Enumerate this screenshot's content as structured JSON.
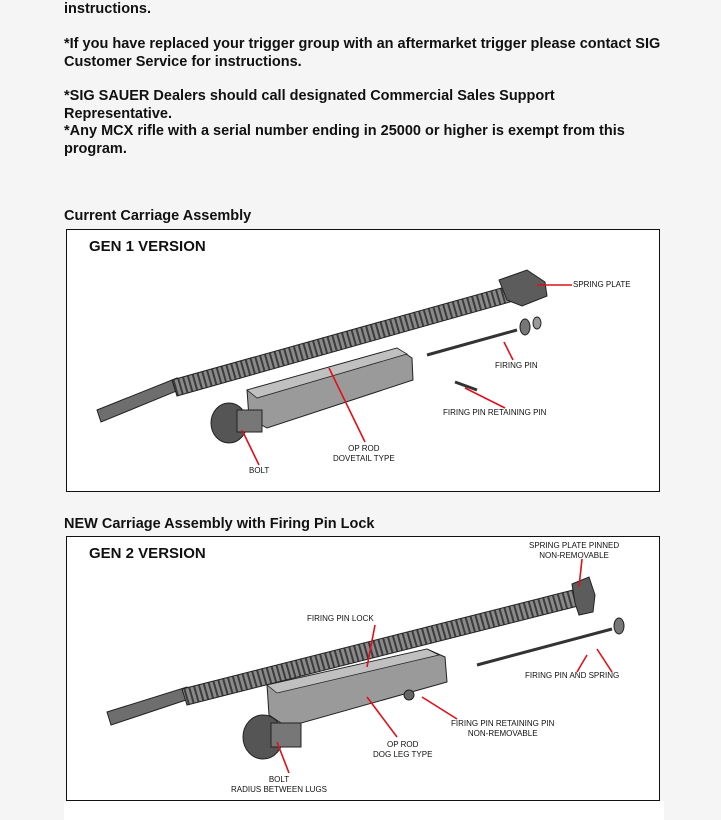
{
  "notes": {
    "p0": "instructions.",
    "p1": "*If you have replaced your trigger group with an aftermarket trigger please contact SIG Customer Service for instructions.",
    "p2": "*SIG SAUER Dealers should call designated Commercial Sales Support Representative.",
    "p3": "*Any MCX rifle with a serial number ending in 25000 or higher is exempt from this program."
  },
  "current": {
    "caption": "Current Carriage Assembly",
    "version": "GEN 1 VERSION",
    "labels": {
      "spring_plate": "SPRING PLATE",
      "firing_pin": "FIRING PIN",
      "firing_pin_retaining_pin": "FIRING PIN RETAINING PIN",
      "op_rod_line1": "OP ROD",
      "op_rod_line2": "DOVETAIL TYPE",
      "bolt": "BOLT"
    }
  },
  "new": {
    "caption": "NEW Carriage Assembly with Firing Pin Lock",
    "version": "GEN 2 VERSION",
    "labels": {
      "spring_plate_line1": "SPRING PLATE PINNED",
      "spring_plate_line2": "NON-REMOVABLE",
      "firing_pin_lock": "FIRING PIN LOCK",
      "firing_pin_and_spring": "FIRING PIN AND SPRING",
      "retaining_pin_line1": "FIRING PIN RETAINING PIN",
      "retaining_pin_line2": "NON-REMOVABLE",
      "op_rod_line1": "OP ROD",
      "op_rod_line2": "DOG LEG TYPE",
      "bolt_line1": "BOLT",
      "bolt_line2": "RADIUS BETWEEN LUGS"
    }
  },
  "colors": {
    "leader": "#e0101a",
    "metal_dark": "#4a4a4a",
    "metal_mid": "#7a7a7a",
    "metal_light": "#b5b5b5"
  }
}
